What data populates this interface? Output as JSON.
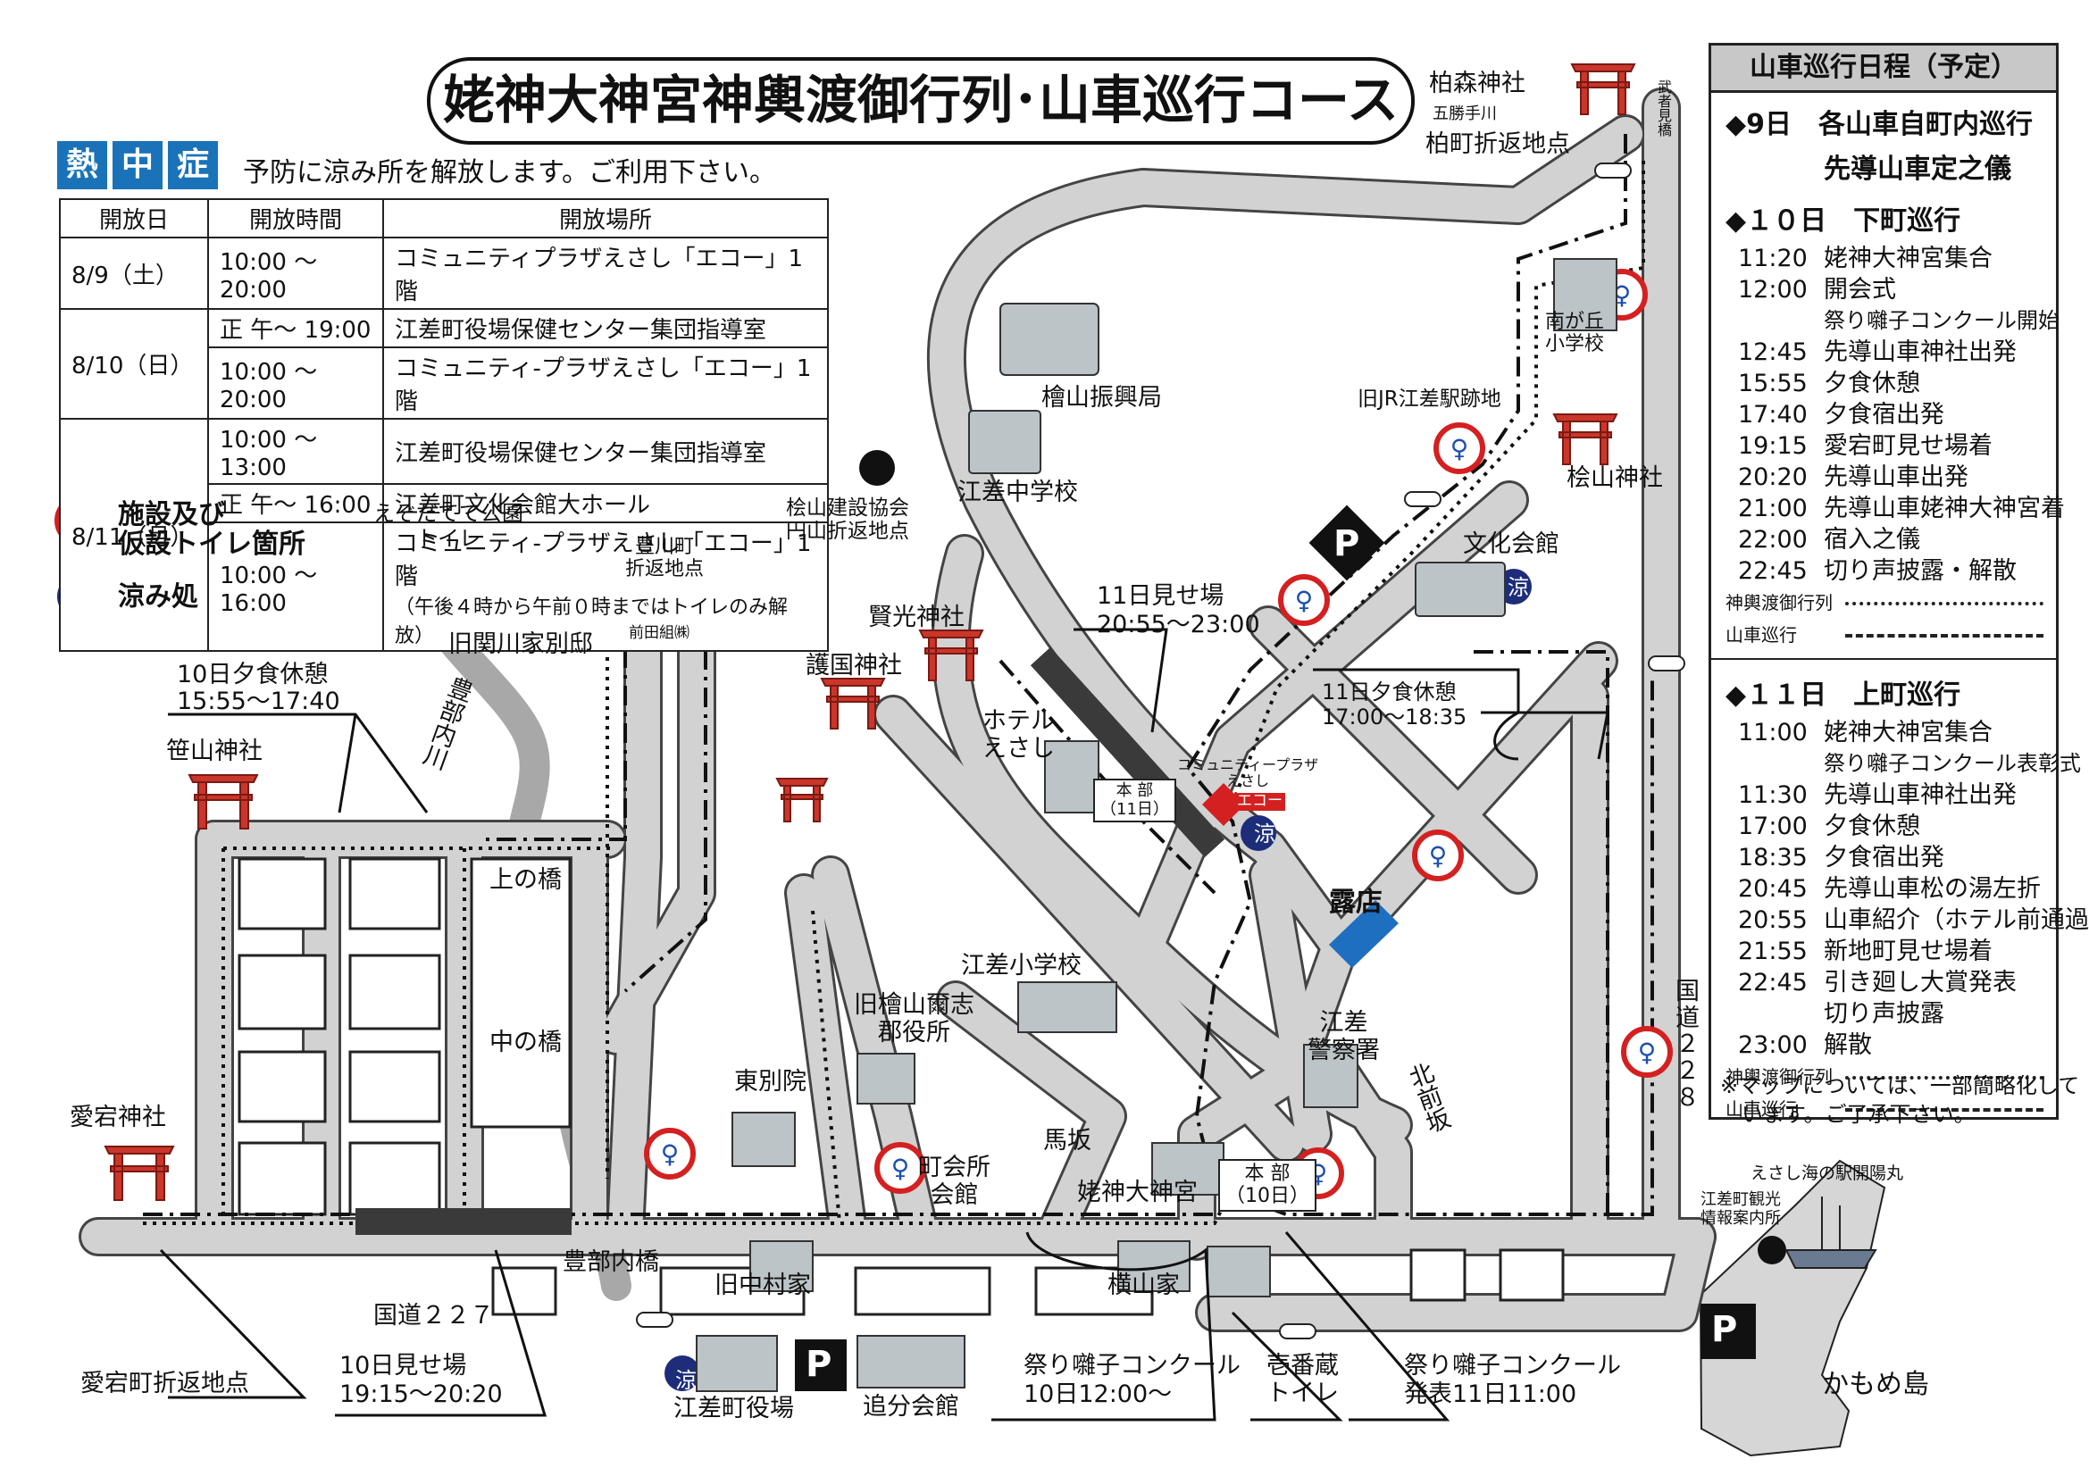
{
  "title": "姥神大神宮神輿渡御行列･山車巡行コース",
  "heat": {
    "badges": [
      "熱",
      "中",
      "症"
    ],
    "message": "予防に涼み所を解放します。ご利用下さい。"
  },
  "hours_table": {
    "headers": [
      "開放日",
      "開放時間",
      "開放場所"
    ],
    "groups": [
      {
        "date": "8/9（土）",
        "rows": [
          [
            "10:00 〜 20:00",
            "コミュニティプラザえさし「エコー」1階"
          ]
        ]
      },
      {
        "date": "8/10（日）",
        "rows": [
          [
            "正 午〜 19:00",
            "江差町役場保健センター集団指導室"
          ],
          [
            "10:00 〜 20:00",
            "コミュニティ‐プラザえさし「エコー」1階"
          ]
        ]
      },
      {
        "date": "8/11（月）",
        "rows": [
          [
            "10:00 〜 13:00",
            "江差町役場保健センター集団指導室"
          ],
          [
            "正 午〜 16:00",
            "江差町文化会館大ホール"
          ],
          [
            "10:00 〜 16:00",
            "コミュニティ‐プラザえさし「エコー」1階"
          ]
        ]
      }
    ],
    "footnote": "（午後４時から午前０時まではトイレのみ解放）"
  },
  "legend": {
    "toilet": "施設及び\n仮設トイレ箇所",
    "cool_badge": "涼",
    "cool": "涼み処"
  },
  "schedule": {
    "header": "山車巡行日程（予定）",
    "day9": {
      "label": "◆9日",
      "lines": [
        "各山車自町内巡行",
        "先導山車定之儀"
      ]
    },
    "day10": {
      "label": "◆１０日　下町巡行",
      "events": [
        {
          "time": "11:20",
          "text": "姥神大神宮集合"
        },
        {
          "time": "12:00",
          "text": "開会式"
        },
        {
          "time": "",
          "text": "祭り囃子コンクール開始"
        },
        {
          "time": "12:45",
          "text": "先導山車神社出発"
        },
        {
          "time": "15:55",
          "text": "夕食休憩"
        },
        {
          "time": "17:40",
          "text": "夕食宿出発"
        },
        {
          "time": "19:15",
          "text": "愛宕町見せ場着"
        },
        {
          "time": "20:20",
          "text": "先導山車出発"
        },
        {
          "time": "21:00",
          "text": "先導山車姥神大神宮着"
        },
        {
          "time": "22:00",
          "text": "宿入之儀"
        },
        {
          "time": "22:45",
          "text": "切り声披露・解散"
        }
      ]
    },
    "day11": {
      "label": "◆１１日　上町巡行",
      "events": [
        {
          "time": "11:00",
          "text": "姥神大神宮集合"
        },
        {
          "time": "",
          "text": "祭り囃子コンクール表彰式"
        },
        {
          "time": "11:30",
          "text": "先導山車神社出発"
        },
        {
          "time": "17:00",
          "text": "夕食休憩"
        },
        {
          "time": "18:35",
          "text": "夕食宿出発"
        },
        {
          "time": "20:45",
          "text": "先導山車松の湯左折"
        },
        {
          "time": "20:55",
          "text": "山車紹介（ホテル前通過）"
        },
        {
          "time": "21:55",
          "text": "新地町見せ場着"
        },
        {
          "time": "22:45",
          "text": "引き廻し大賞発表"
        },
        {
          "time": "",
          "text": "切り声披露"
        },
        {
          "time": "23:00",
          "text": "解散"
        }
      ]
    },
    "legend_mikoshi": "神輿渡御行列",
    "legend_dashi": "山車巡行"
  },
  "note": "※マップについては、一部簡略化して\n　います。ご了承下さい。",
  "places": {
    "kashiwamori": "柏森神社",
    "gokatte": "五勝手川",
    "kashiwa_turn": "柏町折返地点",
    "takeshami": "武者見橋",
    "minamigaoka": "南が丘\n小学校",
    "old_jr": "旧JR江差駅跡地",
    "hinokiyama_shrine": "桧山神社",
    "bunka": "文化会館",
    "shinkou": "檜山振興局",
    "esashi_jhs": "江差中学校",
    "kensetsu": "桧山建設協会\n円山折返地点",
    "mise11_title": "11日見せ場",
    "mise11_time": "20:55〜23:00",
    "yushoku11_title": "11日夕食休憩",
    "yushoku11_time": "17:00〜18:35",
    "kenkou": "賢光神社",
    "gokoku": "護国神社",
    "hotel": "ホテル\nえさし",
    "honbu11": "本 部\n（11日）",
    "plaza": "コミュニティープラザ\nえさし",
    "echo": "エコー",
    "roten": "露店",
    "esashi_es": "江差小学校",
    "old_gunyakusho": "旧檜山爾志\n郡役所",
    "keisatsu": "江差\n警察署",
    "kitamae": "北前坂",
    "higashibetsuin": "東別院",
    "chokaisho": "町会所\n会館",
    "basaka": "馬坂",
    "ubagami": "姥神大神宮",
    "honbu10": "本 部\n（10日）",
    "ezodate": "えぞだてて公園\nトイレ",
    "toyokawa_turn": "豊川町\n折返地点",
    "maeda": "前田組㈱",
    "old_sekikawa": "旧関川家別邸",
    "toyobegawa": "豊部内川",
    "yushoku10_title": "10日夕食休憩",
    "yushoku10_time": "15:55〜17:40",
    "sasayama": "笹山神社",
    "kaminohashi": "上の橋",
    "nakanohashi": "中の橋",
    "atago": "愛宕神社",
    "toyobe_bridge": "豊部内橋",
    "old_nakamura": "旧中村家",
    "yokoyama": "横山家",
    "route227": "国道２２７",
    "route228": "国道２２８",
    "atago_turn": "愛宕町折返地点",
    "mise10_title": "10日見せ場",
    "mise10_time": "19:15〜20:20",
    "yakuba": "江差町役場",
    "oiwake": "追分会館",
    "contest_title": "祭り囃子コンクール",
    "contest_time": "10日12:00〜",
    "ichibangura": "壱番蔵\nトイレ",
    "contest_result_title": "祭り囃子コンクール",
    "contest_result_time": "発表11日11:00",
    "kaiyoumaru": "えさし海の駅開陽丸",
    "kankou_center": "江差町観光\n情報案内所",
    "kamome": "かもめ島",
    "parking": "P",
    "cool": "涼"
  },
  "colors": {
    "road": "#d2d2d2",
    "heat_blue": "#1a73b8",
    "shrine_red": "#c9362b",
    "stall_blue": "#1f6fc0",
    "toilet_red": "#d42020",
    "cool_navy": "#1d2d7a"
  }
}
